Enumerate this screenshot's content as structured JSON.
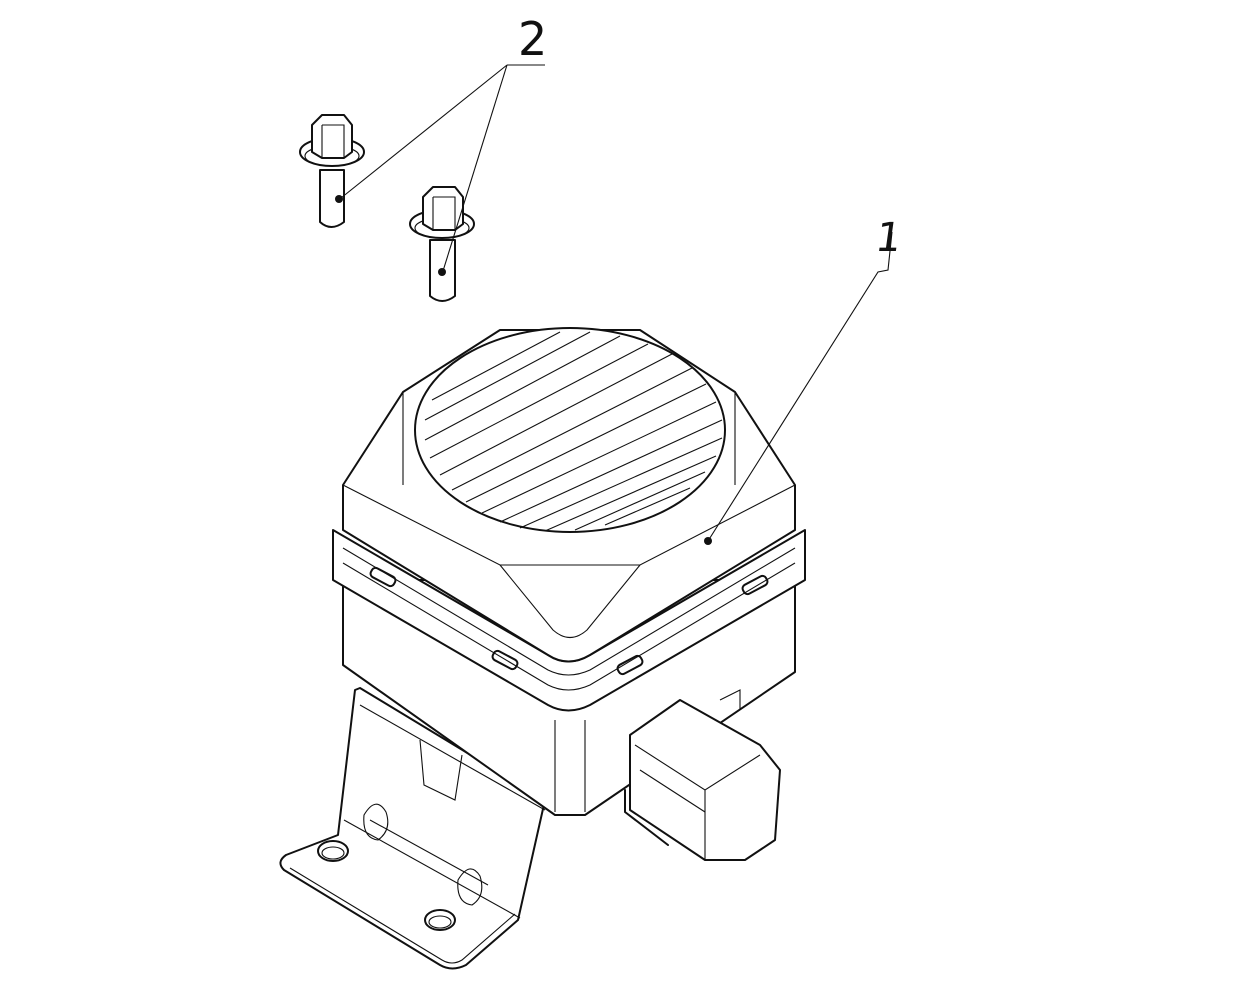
{
  "diagram": {
    "type": "exploded parts illustration",
    "background": "#ffffff",
    "line_color": "#111111",
    "callouts": [
      {
        "id": "callout-1",
        "label": "1",
        "part": "sensor module with mounting bracket and connector"
      },
      {
        "id": "callout-2",
        "label": "2",
        "part": "flange bolts (x2)"
      }
    ]
  }
}
